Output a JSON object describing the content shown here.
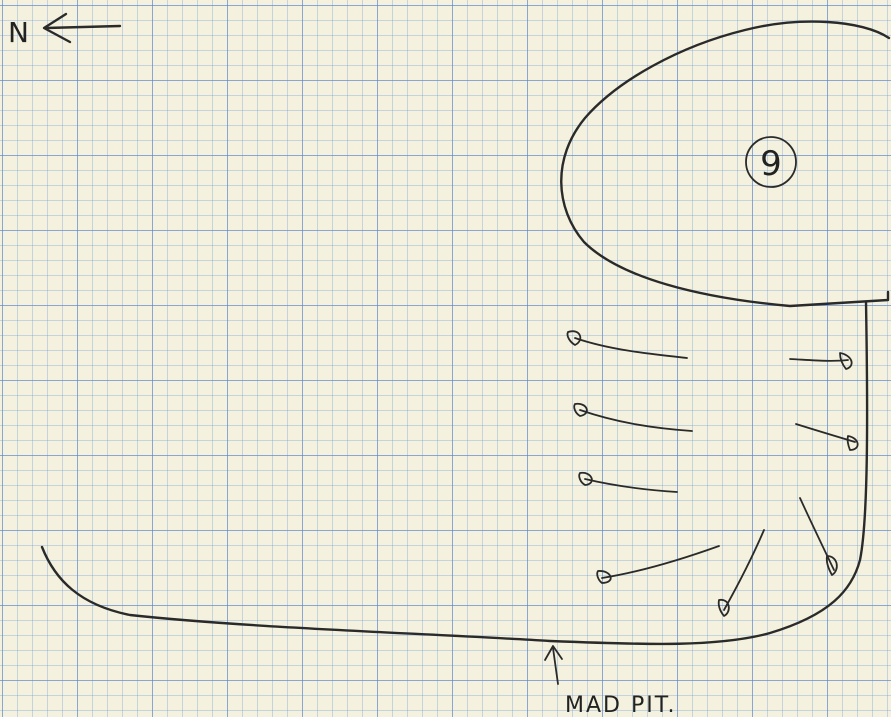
{
  "north_marker": {
    "label": "N",
    "icon": "arrow-left-icon"
  },
  "feature_label": "9",
  "pit_label": "MAD PIT.",
  "ink_color": "#2a2a2a",
  "paper_color": "#f4f2de",
  "grid_color": "#5a82c8"
}
